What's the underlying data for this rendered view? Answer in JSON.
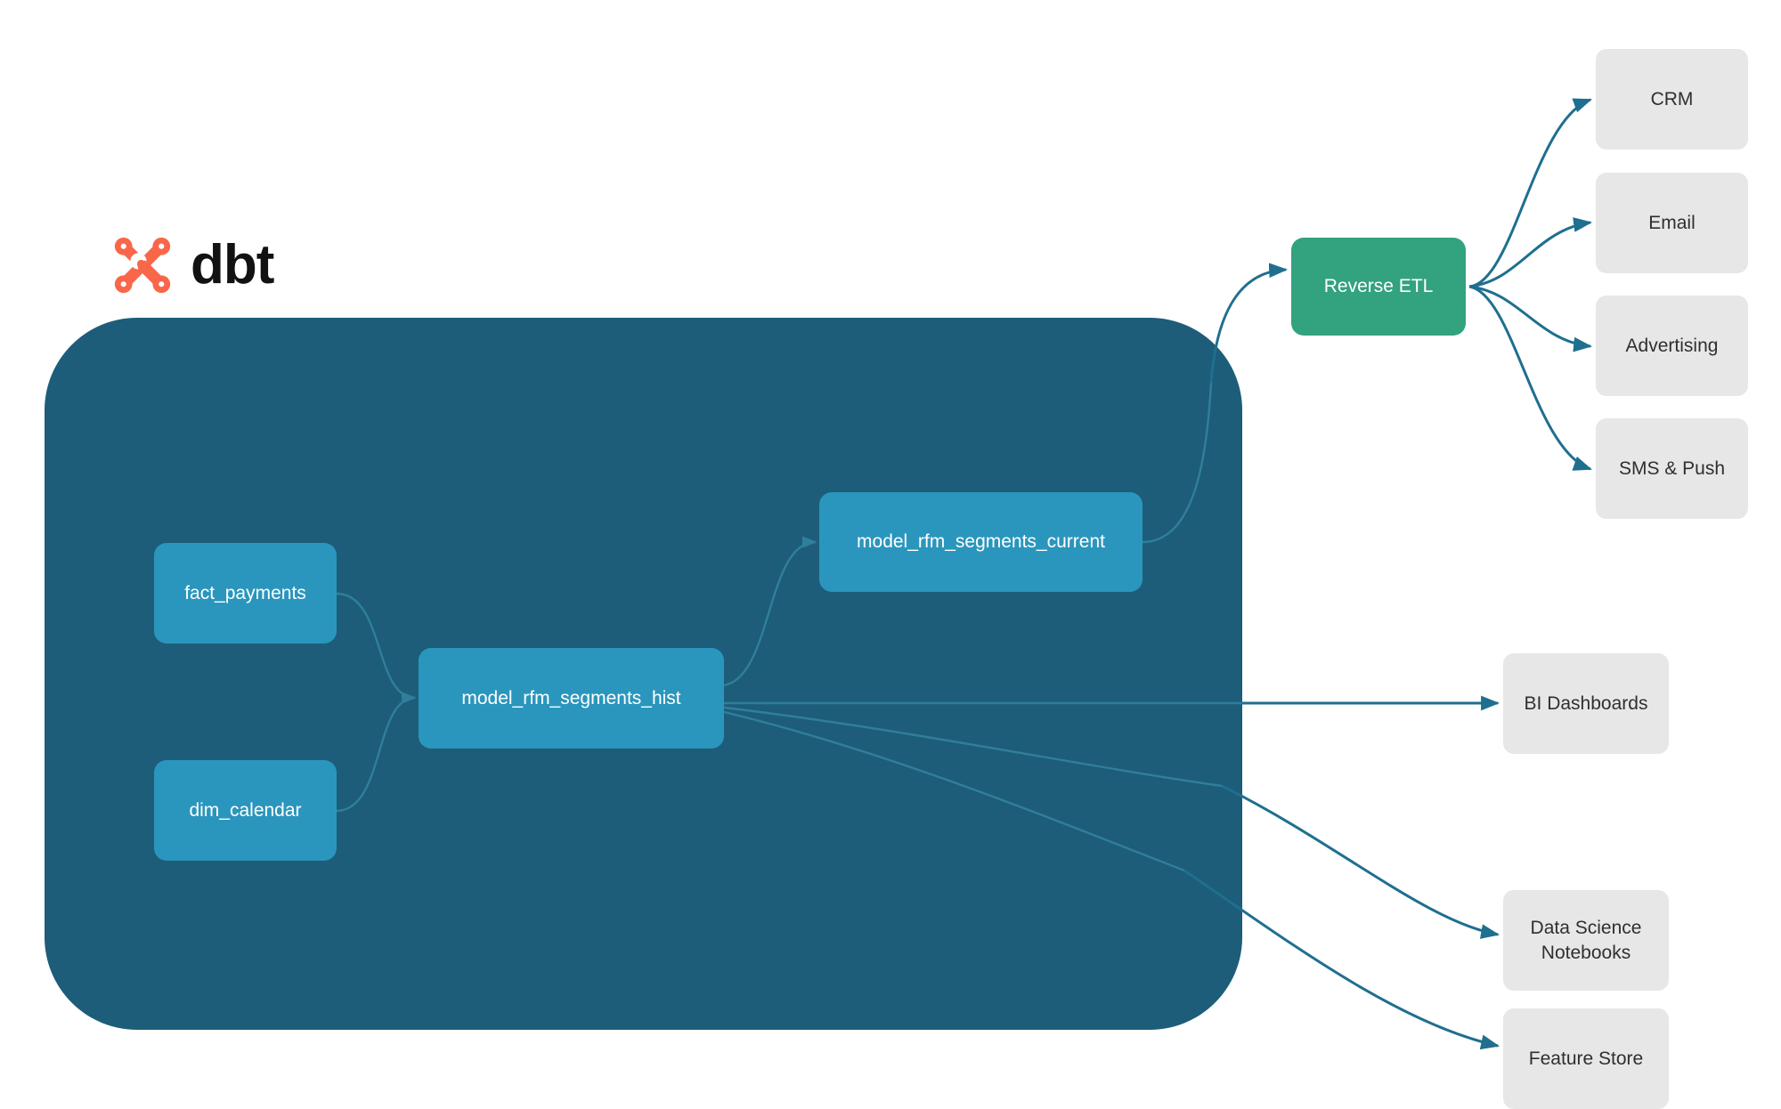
{
  "brand": {
    "name": "dbt",
    "logo_icon": "dbt-x-logo-icon",
    "logo_color": "#f9674b"
  },
  "colors": {
    "page_background": "#ffffff",
    "warehouse_container": "#1d5d79",
    "model_node": "#2a96bd",
    "model_node_text": "#ffffff",
    "reverse_etl_node": "#33a27e",
    "destination_node": "#e7e7e7",
    "destination_node_text": "#2f2f2f",
    "edge_inner": "#2f7f9c",
    "edge_outer": "#1f6f8f"
  },
  "warehouse": {
    "name": "dbt-warehouse-container",
    "nodes": [
      {
        "id": "fact_payments",
        "label": "fact_payments"
      },
      {
        "id": "dim_calendar",
        "label": "dim_calendar"
      },
      {
        "id": "model_rfm_segments_hist",
        "label": "model_rfm_segments_hist"
      },
      {
        "id": "model_rfm_segments_current",
        "label": "model_rfm_segments_current"
      }
    ]
  },
  "activation": {
    "reverse_etl": {
      "id": "reverse_etl",
      "label": "Reverse ETL"
    },
    "destinations": [
      {
        "id": "crm",
        "label": "CRM"
      },
      {
        "id": "email",
        "label": "Email"
      },
      {
        "id": "advertising",
        "label": "Advertising"
      },
      {
        "id": "sms_push",
        "label": "SMS & Push"
      }
    ]
  },
  "analytics": {
    "consumers": [
      {
        "id": "bi_dashboards",
        "label": "BI Dashboards"
      },
      {
        "id": "data_science_notebooks",
        "label": "Data Science Notebooks",
        "line1": "Data Science",
        "line2": "Notebooks"
      },
      {
        "id": "feature_store",
        "label": "Feature Store"
      }
    ]
  },
  "edges": [
    {
      "from": "fact_payments",
      "to": "model_rfm_segments_hist"
    },
    {
      "from": "dim_calendar",
      "to": "model_rfm_segments_hist"
    },
    {
      "from": "model_rfm_segments_hist",
      "to": "model_rfm_segments_current"
    },
    {
      "from": "model_rfm_segments_current",
      "to": "reverse_etl"
    },
    {
      "from": "model_rfm_segments_hist",
      "to": "bi_dashboards"
    },
    {
      "from": "model_rfm_segments_hist",
      "to": "data_science_notebooks"
    },
    {
      "from": "model_rfm_segments_hist",
      "to": "feature_store"
    },
    {
      "from": "reverse_etl",
      "to": "crm"
    },
    {
      "from": "reverse_etl",
      "to": "email"
    },
    {
      "from": "reverse_etl",
      "to": "advertising"
    },
    {
      "from": "reverse_etl",
      "to": "sms_push"
    }
  ]
}
